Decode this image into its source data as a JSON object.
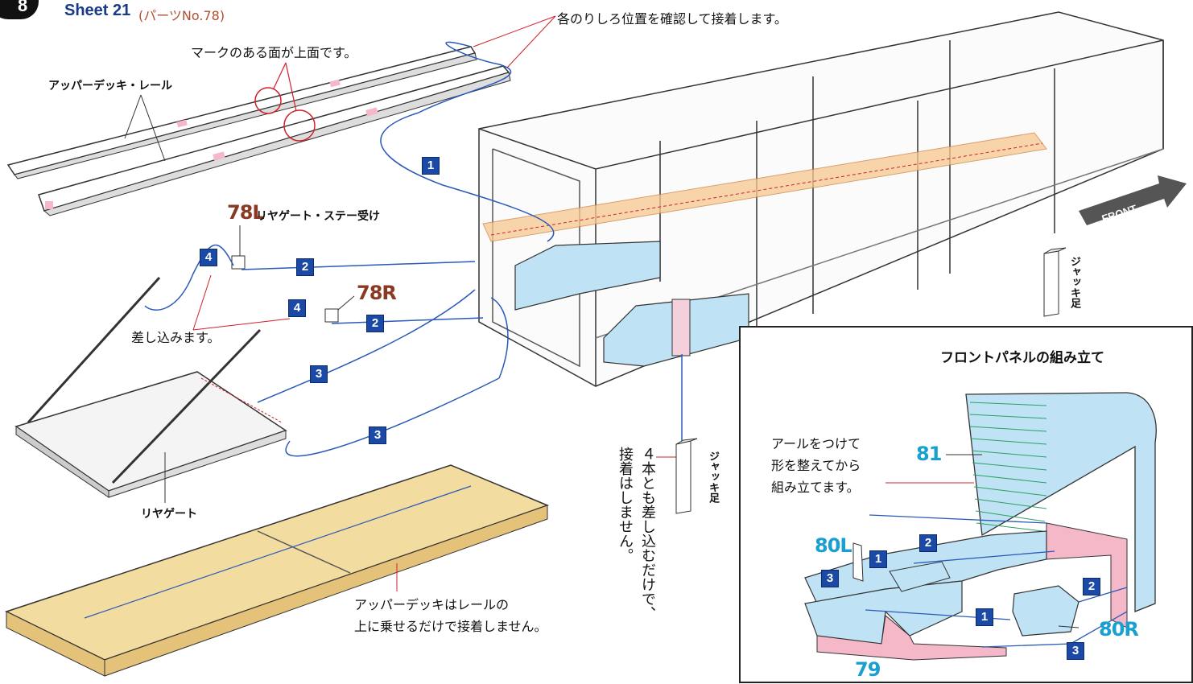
{
  "header": {
    "step": "8",
    "sheet": "Sheet 21",
    "parts": "(パーツNo.78)"
  },
  "labels": {
    "glue_note": "各のりしろ位置を確認して接着します。",
    "mark_note": "マークのある面が上面です。",
    "upper_rail": "アッパーデッキ・レール",
    "part_78L": "78L",
    "stay_receiver": "リヤゲート・ステー受け",
    "part_78R": "78R",
    "insert": "差し込みます。",
    "rear_gate": "リヤゲート",
    "upper_deck_note_1": "アッパーデッキはレールの",
    "upper_deck_note_2": "上に乗せるだけで接着しません。",
    "jack_leg": "ジャッキ足",
    "jack_leg_2": "ジャッキ足",
    "four_note_1": "４本とも差し込むだけで、",
    "four_note_2": "接着はしません。",
    "front": "FRONT"
  },
  "step_markers": [
    "1",
    "2",
    "3",
    "4"
  ],
  "front_panel": {
    "title": "フロントパネルの組み立て",
    "note_1": "アールをつけて",
    "note_2": "形を整えてから",
    "note_3": "組み立てます。",
    "p81": "81",
    "p80L": "80L",
    "p80R": "80R",
    "p79": "79"
  },
  "colors": {
    "route": "#2a5ab8",
    "leader": "#d0202a",
    "deck": "#f3dca0",
    "panel": "#bfe3f4",
    "glue": "#f4b8c8",
    "highlight": "#f6c890"
  }
}
